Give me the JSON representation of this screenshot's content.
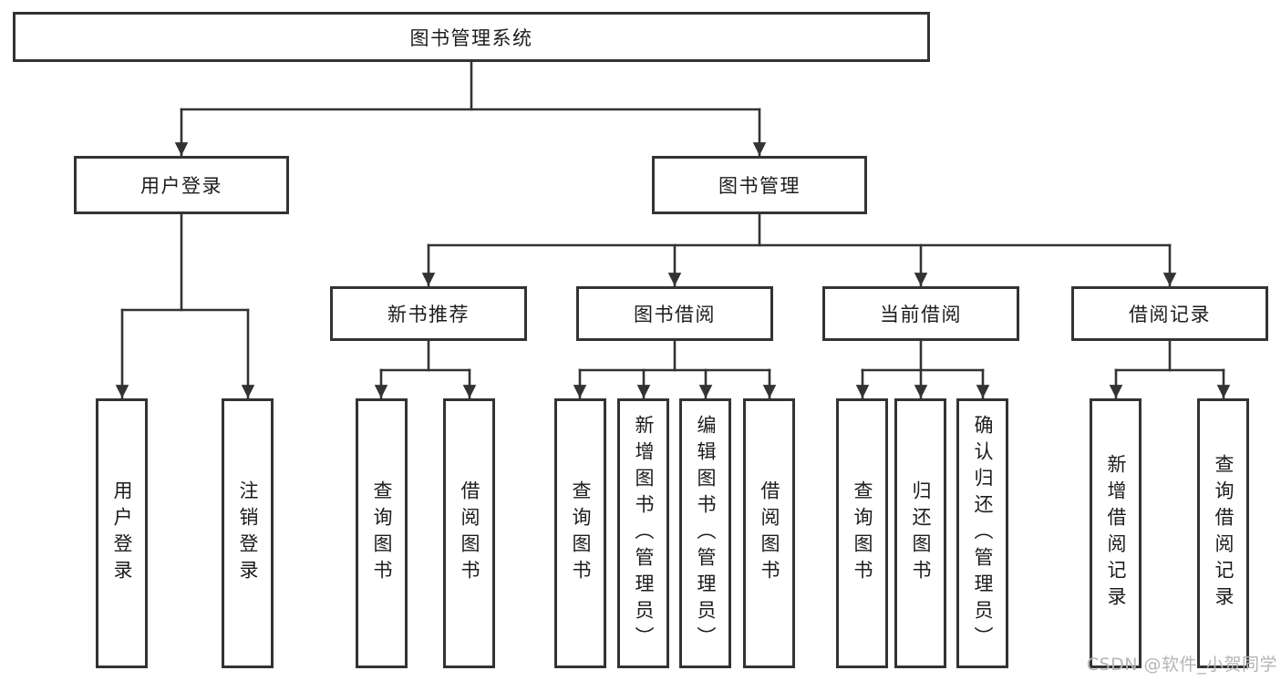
{
  "colors": {
    "line": "#333333",
    "box_border": "#333333",
    "box_bg": "#ffffff",
    "text": "#1c1c1c",
    "watermark": "#b5b5b5",
    "background": "#ffffff"
  },
  "watermark": "CSDN @软件_小贺同学",
  "tree": {
    "root": "图书管理系统",
    "children": [
      {
        "label": "用户登录",
        "leaves": [
          "用户登录",
          "注销登录"
        ]
      },
      {
        "label": "图书管理",
        "children": [
          {
            "label": "新书推荐",
            "leaves": [
              "查询图书",
              "借阅图书"
            ]
          },
          {
            "label": "图书借阅",
            "leaves": [
              "查询图书",
              "新增图书（管理员）",
              "编辑图书（管理员）",
              "借阅图书"
            ]
          },
          {
            "label": "当前借阅",
            "leaves": [
              "查询图书",
              "归还图书",
              "确认归还（管理员）"
            ]
          },
          {
            "label": "借阅记录",
            "leaves": [
              "新增借阅记录",
              "查询借阅记录"
            ]
          }
        ]
      }
    ]
  }
}
